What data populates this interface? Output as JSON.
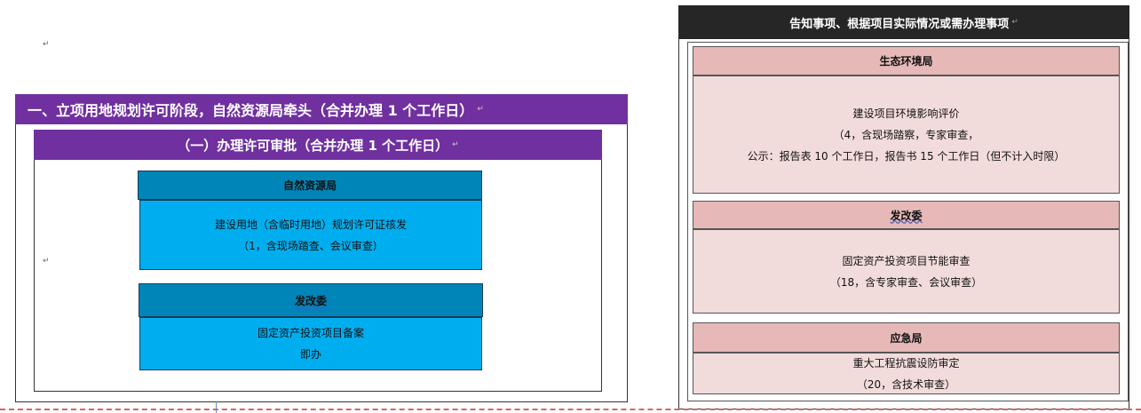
{
  "left": {
    "stage_title": "一、立项用地规划许可阶段，自然资源局牵头（合并办理 1 个工作日）",
    "sub_title": "（一）办理许可审批（合并办理 1 个工作日）",
    "boxes": [
      {
        "head": "自然资源局",
        "lines": [
          "建设用地（含临时用地）规划许可证核发",
          "（1，含现场踏查、会议审查）"
        ]
      },
      {
        "head": "发改委",
        "lines": [
          "固定资产投资项目备案",
          "即办"
        ]
      }
    ]
  },
  "right": {
    "title": "告知事项、根据项目实际情况或需办理事项",
    "boxes": [
      {
        "head": "生态环境局",
        "lines": [
          "建设项目环境影响评价",
          "（4，含现场踏察，专家审查，",
          "公示：报告表 10 个工作日，报告书 15 个工作日（但不计入时限）"
        ]
      },
      {
        "head": "发改委",
        "lines": [
          "固定资产投资项目节能审查",
          "（18，含专家审查、会议审查）"
        ]
      },
      {
        "head": "应急局",
        "lines": [
          "重大工程抗震设防审定",
          "（20，含技术审查）"
        ]
      }
    ]
  },
  "marks": {
    "paragraph": "↵"
  },
  "colors": {
    "stage": "#7030a0",
    "blue_head": "#0085b8",
    "blue_body": "#00aeef",
    "pink_head": "#e6b9b8",
    "pink_body": "#f2dcdb",
    "right_title": "#262626"
  }
}
